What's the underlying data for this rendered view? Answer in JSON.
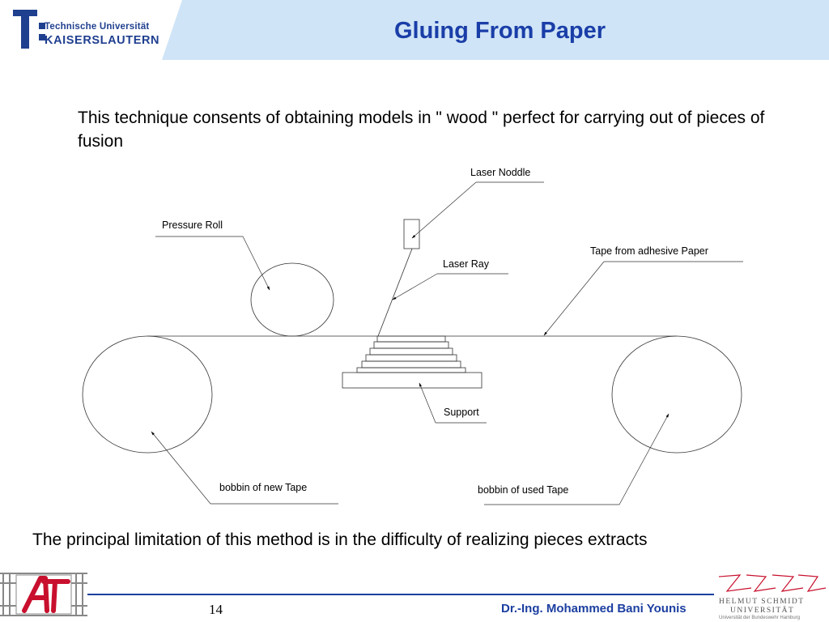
{
  "header": {
    "university_line1": "Technische Universität",
    "university_line2": "Kaiserslautern",
    "title": "Gluing From Paper"
  },
  "intro_text": "This technique consents of obtaining models in \" wood \" perfect for carrying out of pieces of fusion",
  "diagram": {
    "labels": {
      "laser_noddle": "Laser Noddle",
      "pressure_roll": "Pressure Roll",
      "tape_from_adhesive_paper": "Tape from adhesive Paper",
      "laser_ray": "Laser Ray",
      "support": "Support",
      "bobbin_new_tape": "bobbin of new Tape",
      "bobbin_used_tape": "bobbin of used Tape"
    }
  },
  "limitation_text": "The principal limitation of this method is in the difficulty of realizing pieces extracts",
  "footer": {
    "page_number": "14",
    "author": "Dr.-Ing. Mohammed Bani Younis",
    "partner_line1": "HELMUT SCHMIDT",
    "partner_line2": "UNIVERSITÄT",
    "partner_line3": "Universität der Bundeswehr Hamburg"
  },
  "colors": {
    "title_blue": "#1a3ea8",
    "header_band": "#cfe4f6",
    "footer_line": "#1c3fa0",
    "ft_logo_red": "#c8102e"
  }
}
